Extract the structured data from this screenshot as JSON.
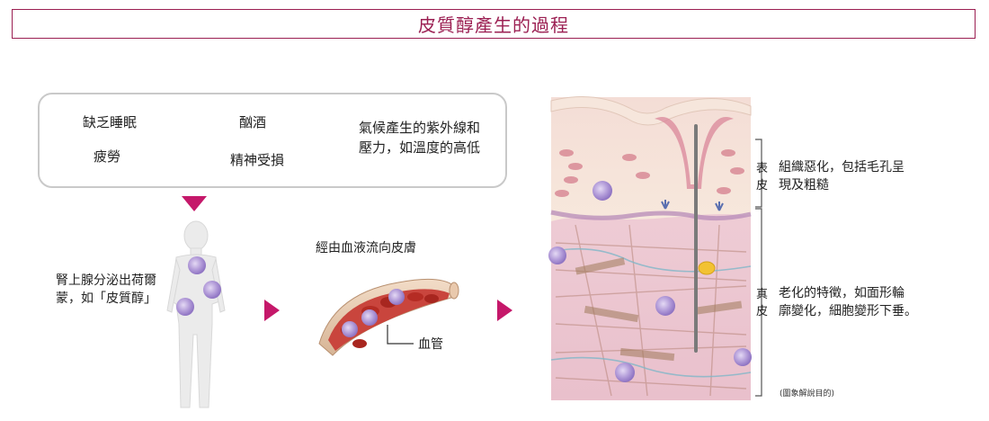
{
  "title": "皮質醇產生的過程",
  "causes": {
    "c1": "缺乏睡眠",
    "c2": "酗酒",
    "c3_line1": "氣候產生的紫外線和",
    "c3_line2": "壓力，如溫度的高低",
    "c4": "疲勞",
    "c5": "精神受損"
  },
  "adrenal_line1": "腎上腺分泌出荷爾",
  "adrenal_line2": "蒙，如「皮質醇」",
  "blood_flow": "經由血液流向皮膚",
  "vessel": "血管",
  "epidermis": "表皮",
  "epidermis_desc_line1": "組織惡化，包括毛孔呈",
  "epidermis_desc_line2": "現及粗糙",
  "dermis": "真皮",
  "dermis_desc_line1": "老化的特徵，如面形輪",
  "dermis_desc_line2": "廓變化，細胞變形下垂。",
  "note": "(圖象解說目的)",
  "colors": {
    "accent": "#c5186a",
    "title": "#9b1f52",
    "cortisol": "#a98fd1",
    "vessel": "#c9453d"
  }
}
